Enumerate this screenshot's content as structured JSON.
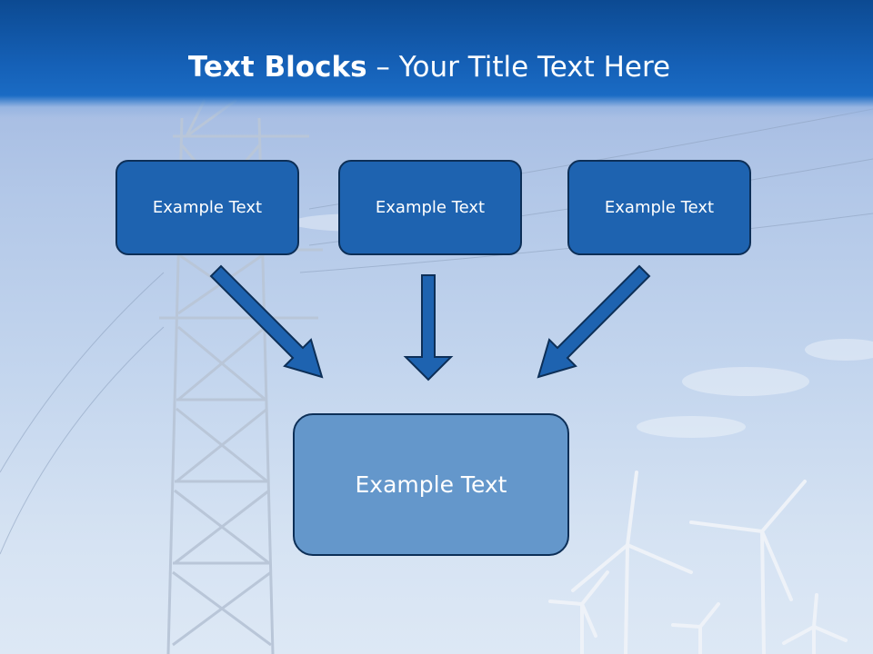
{
  "slide": {
    "title_bold": "Text Blocks",
    "title_rest": " – Your Title Text Here"
  },
  "diagram": {
    "top_blocks": [
      {
        "label": "Example Text"
      },
      {
        "label": "Example Text"
      },
      {
        "label": "Example Text"
      }
    ],
    "bottom_block": {
      "label": "Example Text"
    }
  },
  "colors": {
    "title_bar": "#1560b6",
    "top_block_fill": "#1e63b0",
    "bottom_block_fill": "#6497cb",
    "border": "#0d2f57"
  },
  "icons": [
    "arrow-down-right-icon",
    "arrow-down-icon",
    "arrow-down-left-icon"
  ]
}
